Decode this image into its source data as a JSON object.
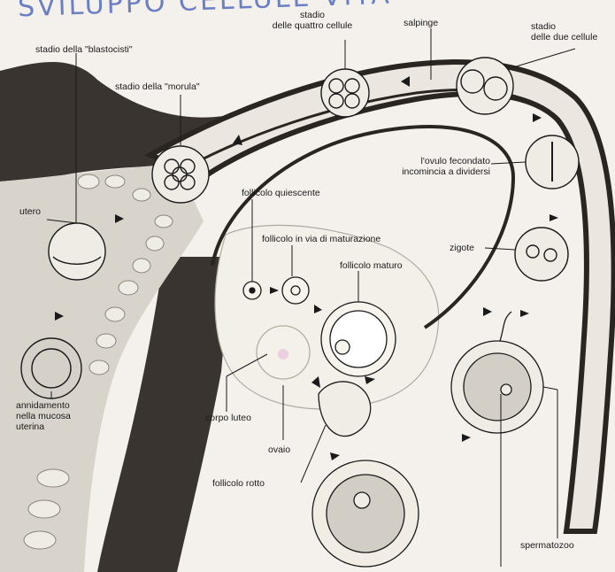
{
  "handwriting": "SVILUPPO CELLULE VITA",
  "labels": {
    "blastocisti": "stadio della \"blastocisti\"",
    "quattro_1": "stadio",
    "quattro_2": "delle quattro cellule",
    "salpinge": "salpinge",
    "due_1": "stadio",
    "due_2": "delle due cellule",
    "morula": "stadio della \"morula\"",
    "ovulo_1": "l'ovulo fecondato",
    "ovulo_2": "incomincia a dividersi",
    "utero": "utero",
    "follicolo_quiescente": "follicolo quiescente",
    "follicolo_maturazione": "follicolo in via di maturazione",
    "follicolo_maturo": "follicolo maturo",
    "zigote": "zigote",
    "annidamento_1": "annidamento",
    "annidamento_2": "nella mucosa",
    "annidamento_3": "uterina",
    "corpo_luteo": "corpo luteo",
    "ovaio": "ovaio",
    "follicolo_rotto": "follicolo rotto",
    "spermatozoo": "spermatozoo"
  },
  "colors": {
    "ink": "#1a1a1a",
    "dark_wall": "#3a3430",
    "tube_fill": "#ebe7e0",
    "handwriting": "#6a7fc4"
  }
}
